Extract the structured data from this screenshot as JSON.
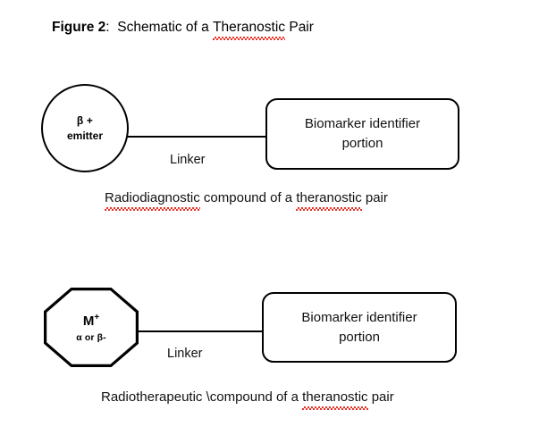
{
  "figure": {
    "label": "Figure 2",
    "separator": ":",
    "title": "Schematic of a Theranostic Pair",
    "title_pre": "Schematic of a ",
    "title_misspelled": "Theranostic",
    "title_post": " Pair"
  },
  "colors": {
    "background": "#ffffff",
    "stroke": "#000000",
    "text": "#111111",
    "spellcheck_underline": "#e83023"
  },
  "diagrams": [
    {
      "id": "radiodiagnostic",
      "source_node": {
        "shape": "circle",
        "line1": "β +",
        "line2": "emitter"
      },
      "linker_label": "Linker",
      "target_node": {
        "shape": "rounded-rectangle",
        "line1": "Biomarker identifier",
        "line2": "portion"
      },
      "caption": {
        "pre": "",
        "misspelled_1": "Radiodiagnostic",
        "mid": " compound of a ",
        "misspelled_2": "theranostic",
        "post": " pair",
        "full": "Radiodiagnostic compound of a theranostic pair"
      }
    },
    {
      "id": "radiotherapeutic",
      "source_node": {
        "shape": "octagon",
        "line1": "M",
        "line1_superscript": "+",
        "line2": "α or β-"
      },
      "linker_label": "Linker",
      "target_node": {
        "shape": "rounded-rectangle",
        "line1": "Biomarker identifier",
        "line2": "portion"
      },
      "caption": {
        "pre": "Radiotherapeutic \\compound of a ",
        "misspelled_1": "theranostic",
        "post": " pair",
        "full": "Radiotherapeutic \\compound of a theranostic pair"
      }
    }
  ]
}
